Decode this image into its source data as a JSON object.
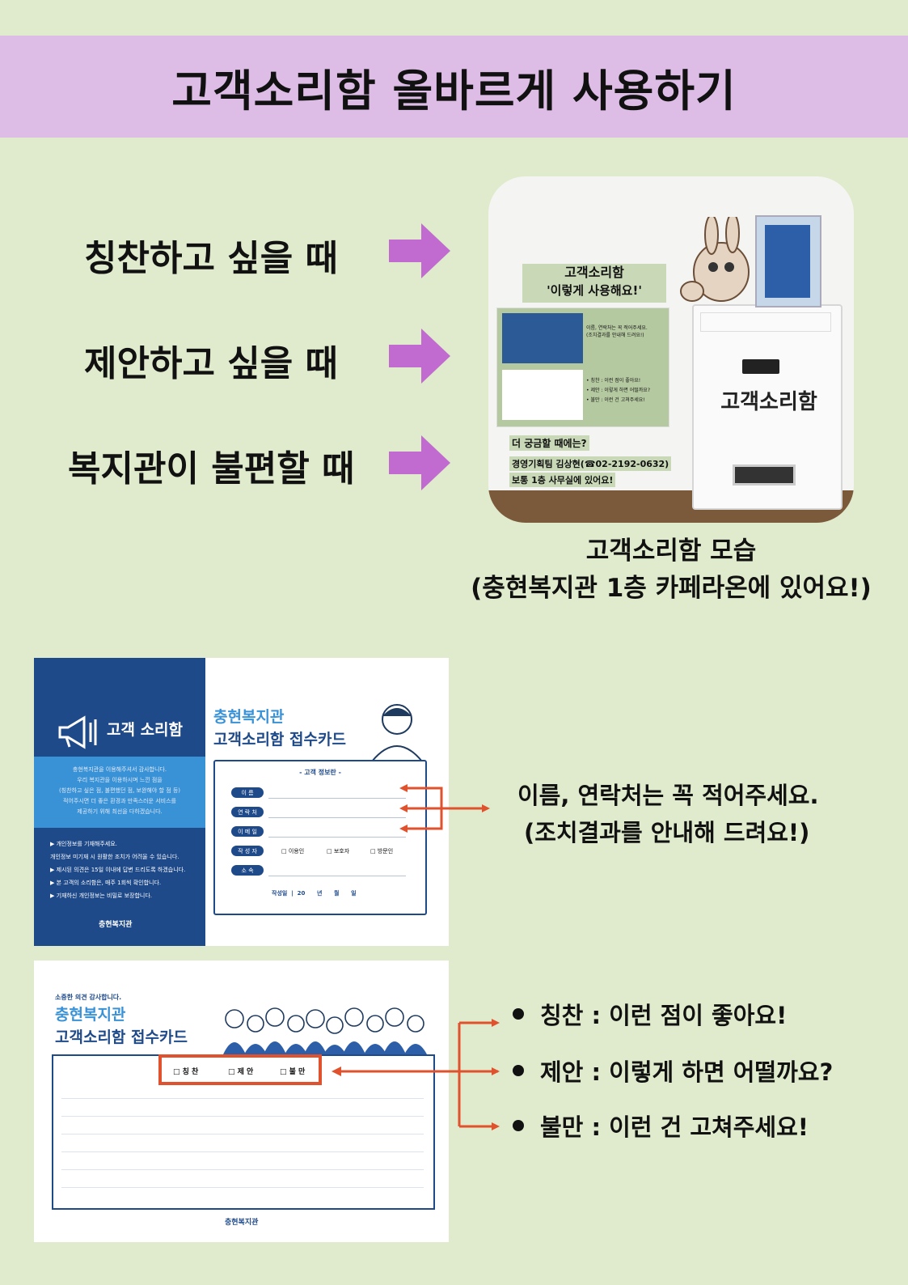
{
  "title": "고객소리함 올바르게 사용하기",
  "situations": [
    "칭찬하고 싶을 때",
    "제안하고 싶을 때",
    "복지관이 불편할 때"
  ],
  "photo": {
    "poster_title": "고객소리함",
    "poster_subtitle": "'이렇게 사용해요!'",
    "poster_note1": "이름, 연락처는 꼭 적어주세요.",
    "poster_note2": "(조치결과를 안내해 드려요!)",
    "poster_item1": "• 칭찬 : 이런 점이 좋아요!",
    "poster_item2": "• 제안 : 이렇게 하면 어떨까요?",
    "poster_item3": "• 불만 : 이런 건 고쳐주세요!",
    "question": "더 궁금할 때에는?",
    "contact": "경영기획팀 김상현(☎02-2192-0632)",
    "office": "보통 1층 사무실에 있어요!",
    "box_label": "고객소리함"
  },
  "caption": {
    "line1": "고객소리함 모습",
    "line2": "(충현복지관 1층 카페라온에 있어요!)"
  },
  "card_front": {
    "brand": "고객 소리함",
    "intro": [
      "충현복지관을 이용해주셔서 감사합니다.",
      "우리 복지관을 이용하시며 느낀 점을",
      "(칭찬하고 싶은 점, 불편했던 점, 보완해야 할 점 등)",
      "적어주시면 더 좋은 환경과 만족스러운 서비스를",
      "제공하기 위해 최선을 다하겠습니다."
    ],
    "notices": [
      "▶ 개인정보를 기재해주세요.",
      "   개인정보 미기재 시 원활한 조치가 어려울 수 있습니다.",
      "▶ 제시된 의견은 15일 이내에 답변 드리도록 하겠습니다.",
      "▶ 본 고객의 소리함은, 매주 1회씩 확인합니다.",
      "▶ 기재하신 개인정보는 비밀로 보장합니다."
    ],
    "logo": "충현복지관",
    "org": "충현복지관",
    "card_title": "고객소리함 접수카드",
    "section": "- 고객 정보란 -",
    "fields": [
      "이 름",
      "연 락 처",
      "이 메 일",
      "작 성 자",
      "소 속"
    ],
    "writer_options": [
      "□ 이용인",
      "□ 보호자",
      "□ 방문인"
    ],
    "date_line": "작성일  |  20      년      월      일"
  },
  "card_back": {
    "thanks": "소중한 의견 감사합니다.",
    "org": "충현복지관",
    "card_title": "고객소리함 접수카드",
    "options": [
      "□ 칭 찬",
      "□ 제 안",
      "□ 불 만"
    ],
    "logo": "충현복지관"
  },
  "note": {
    "line1": "이름, 연락처는 꼭 적어주세요.",
    "line2": "(조치결과를 안내해 드려요!)"
  },
  "bullets": [
    "칭찬 : 이런 점이 좋아요!",
    "제안 : 이렇게 하면 어떨까요?",
    "불만 : 이런 건 고쳐주세요!"
  ],
  "colors": {
    "background": "#dfebcc",
    "title_band": "#ddbde6",
    "arrow": "#c16bd0",
    "card_blue": "#1f4a8a",
    "card_light_blue": "#3a92d6",
    "annotation_red": "#e0522d"
  }
}
